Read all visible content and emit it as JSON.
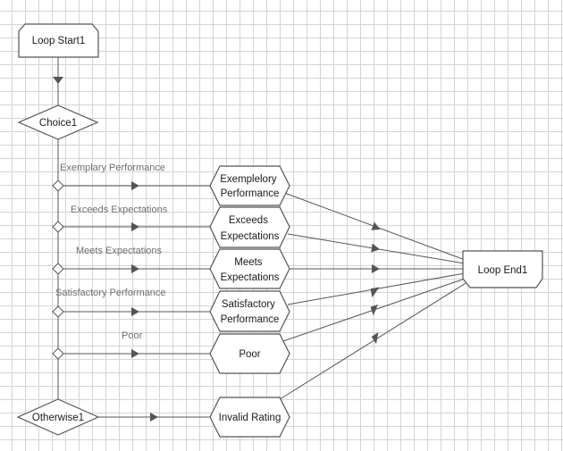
{
  "nodes": {
    "loop_start": "Loop Start1",
    "choice": "Choice1",
    "otherwise": "Otherwise1",
    "loop_end": "Loop End1",
    "exemplary": [
      "Exemplelory",
      "Performance"
    ],
    "exceeds": [
      "Exceeds",
      "Expectations"
    ],
    "meets": [
      "Meets",
      "Expectations"
    ],
    "satisfactory": [
      "Satisfactory",
      "Performance"
    ],
    "poor": "Poor",
    "invalid": "Invalid Rating"
  },
  "branches": {
    "exemplary": "Exemplary Performance",
    "exceeds": "Exceeds Expectations",
    "meets": "Meets Expectations",
    "satisfactory": "Satisfactory Performance",
    "poor": "Poor"
  },
  "colors": {
    "grid": "#d4d4d4",
    "stroke": "#555555",
    "node_fill": "#ffffff",
    "branch_label": "#6f6f6f"
  }
}
